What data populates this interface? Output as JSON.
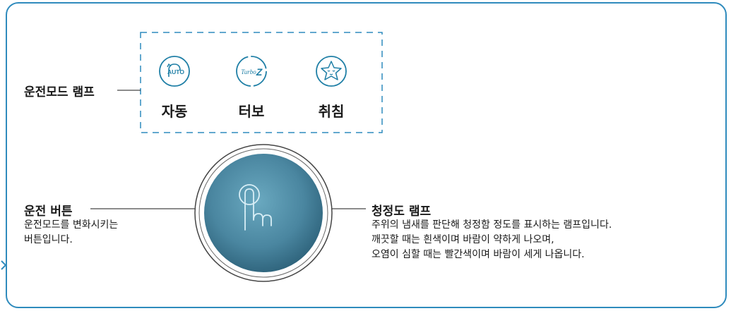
{
  "mode_lamp": {
    "label": "운전모드 램프",
    "modes": [
      {
        "name": "자동",
        "icon": "auto-icon",
        "icon_text": "AUTO"
      },
      {
        "name": "터보",
        "icon": "turbo-z-icon",
        "icon_text": "Turbo Z"
      },
      {
        "name": "취침",
        "icon": "sleep-star-icon",
        "icon_text": ""
      }
    ]
  },
  "run_button": {
    "title": "운전 버튼",
    "desc_lines": [
      "운전모드를 변화시키는",
      "버튼입니다."
    ]
  },
  "clean_lamp": {
    "title": "청정도 램프",
    "desc_lines": [
      "주위의 냄새를 판단해 청정함 정도를 표시하는 램프입니다.",
      "깨끗할 때는 흰색이며 바람이 약하게 나오며,",
      "오염이 심할 때는 빨간색이며 바람이 세게 나옵니다."
    ]
  },
  "colors": {
    "frame": "#2f8bbd",
    "icon_stroke": "#1f7fa6",
    "button_center": "#4f8fa8",
    "button_edge": "#2b5f77",
    "text": "#1a1a1a"
  }
}
